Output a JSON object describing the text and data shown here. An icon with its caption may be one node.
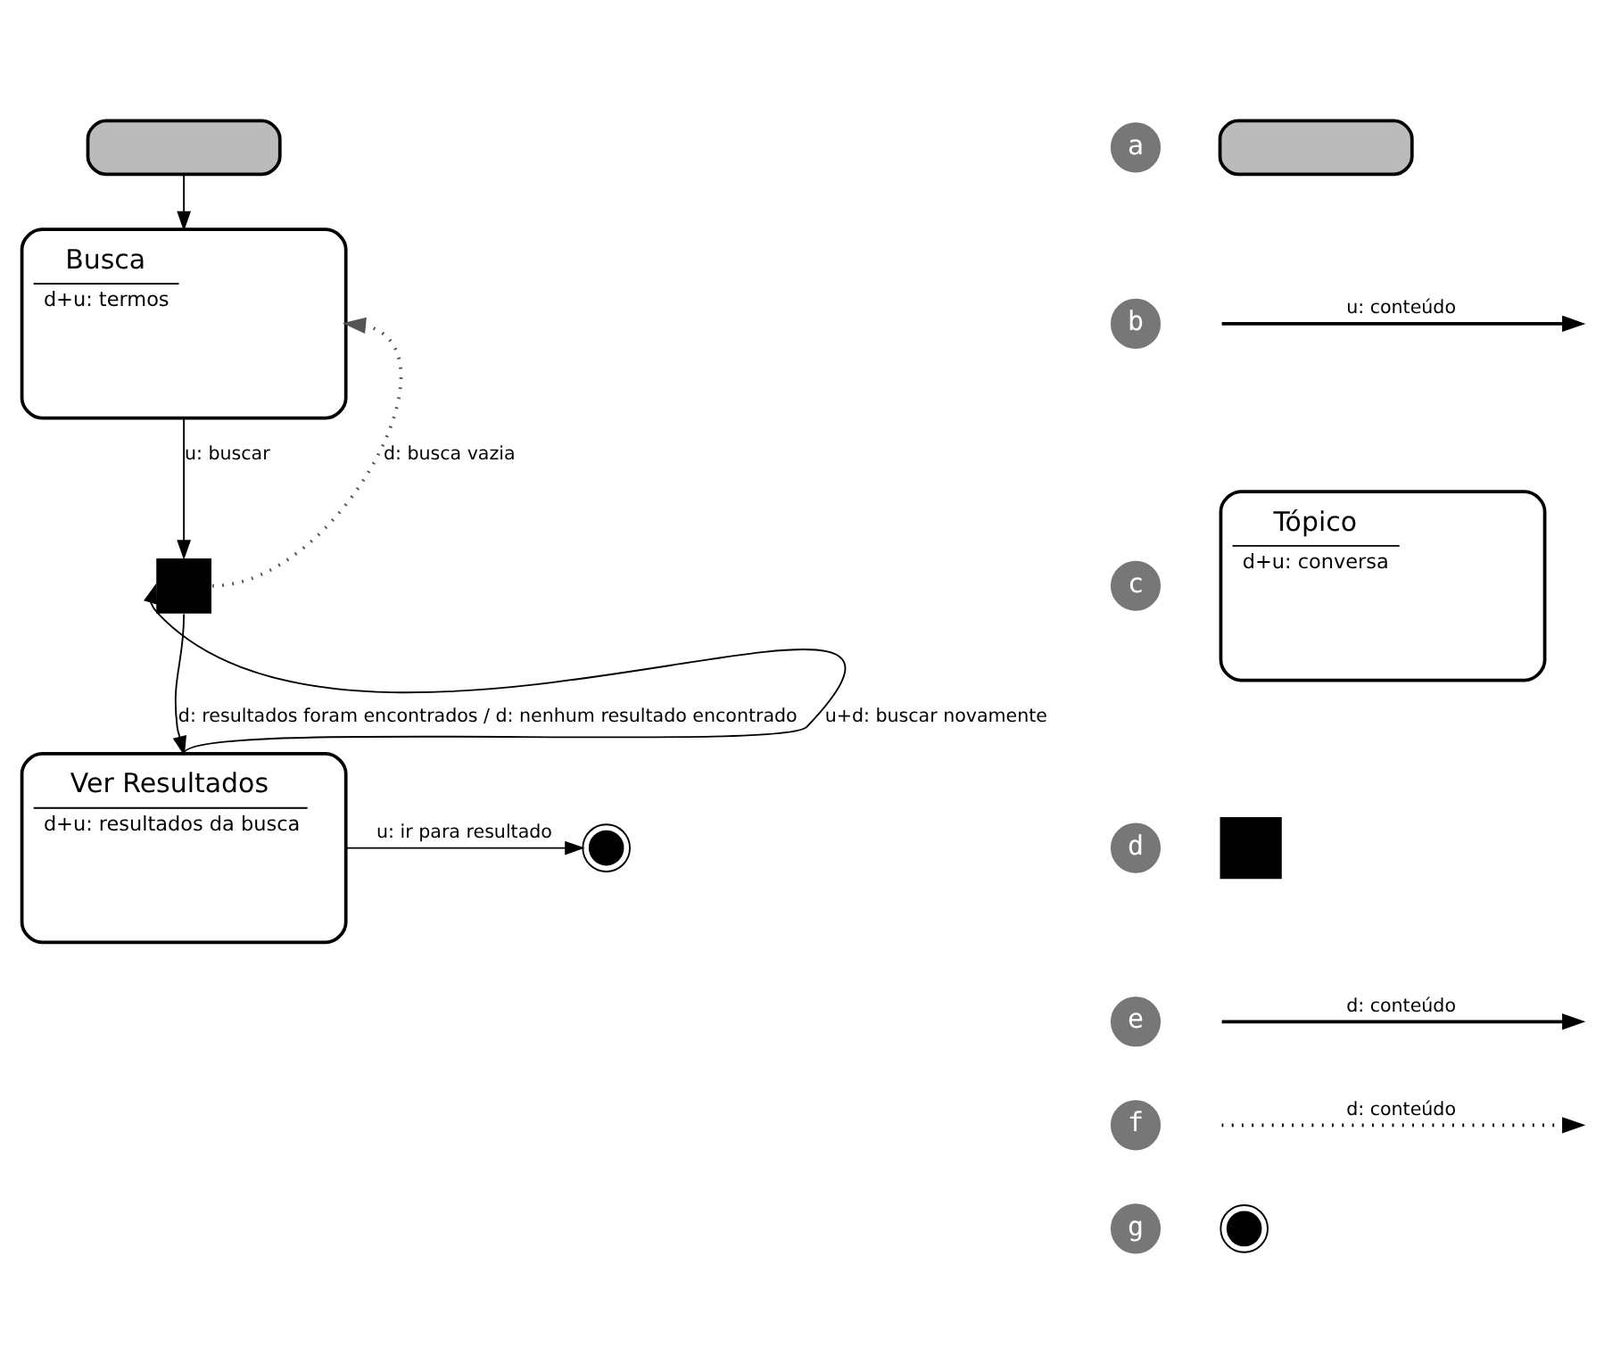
{
  "diagram": {
    "nodes": [
      {
        "text": [],
        "shape": "box"
      },
      {
        "text": [
          "Busca",
          "d+u: termos"
        ]
      },
      {
        "text": [],
        "shape": "box"
      },
      {
        "text": [
          "Ver Resultados",
          "d+u: resultados da busca"
        ]
      },
      {
        "text": [],
        "shape": "circle"
      },
      {
        "text": [
          "a"
        ]
      },
      {
        "text": [],
        "shape": "box"
      },
      {
        "text": [
          "b"
        ]
      },
      {
        "text": [
          "c"
        ]
      },
      {
        "text": [
          "Tópico",
          "d+u: conversa"
        ]
      },
      {
        "text": [
          "d"
        ]
      },
      {
        "text": [],
        "shape": "box"
      },
      {
        "text": [
          "e"
        ]
      },
      {
        "text": [
          "f"
        ]
      },
      {
        "text": [
          "g"
        ]
      },
      {
        "text": [],
        "shape": "circle"
      }
    ],
    "edges": [
      {
        "from": 0,
        "to": 1,
        "arrow": "to"
      },
      {
        "from": 1,
        "to": 2,
        "arrow": "to",
        "label": "u: buscar"
      },
      {
        "from": 2,
        "to": 1,
        "arrow": "to",
        "label": "d: busca vazia",
        "style": "dashed"
      },
      {
        "from": 2,
        "to": 3,
        "arrow": "to",
        "label": "d: resultados foram encontrados / d: nenhum resultado encontrado"
      },
      {
        "from": 3,
        "to": 2,
        "arrow": "to",
        "label": "u+d: buscar novamente"
      },
      {
        "from": 3,
        "to": 4,
        "arrow": "to",
        "label": "u: ir para resultado"
      }
    ],
    "legend": [
      {
        "text": "u: conteúdo"
      },
      {
        "text": "d: conteúdo"
      },
      {
        "text": "d: conteúdo"
      }
    ]
  }
}
